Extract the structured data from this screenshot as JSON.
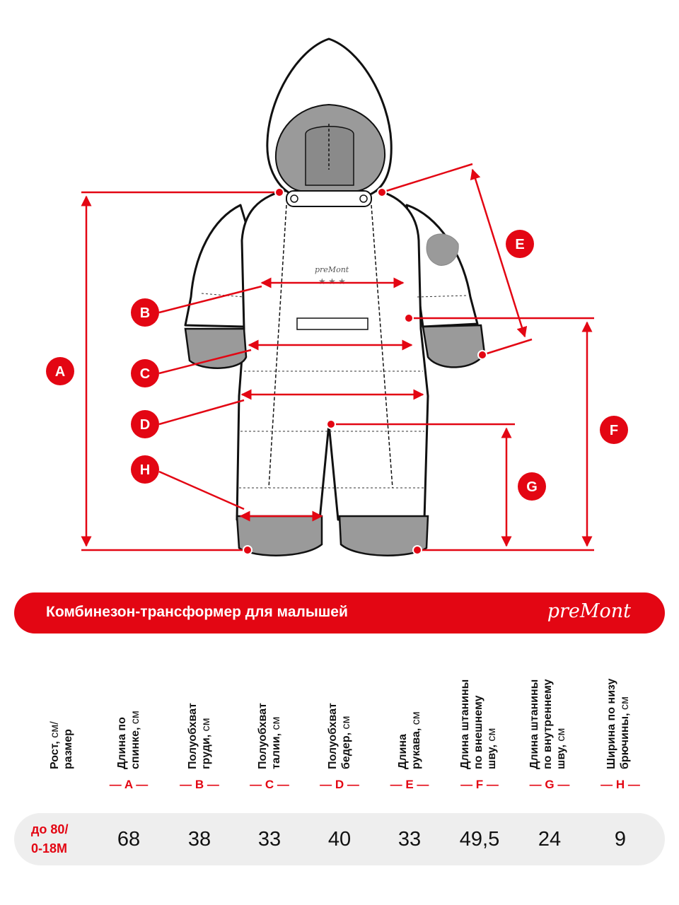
{
  "markers": {
    "A": "A",
    "B": "B",
    "C": "C",
    "D": "D",
    "E": "E",
    "F": "F",
    "G": "G",
    "H": "H"
  },
  "brand_small": "preMont",
  "banner": {
    "title": "Комбинезон-трансформер для малышей",
    "logo": "preMont"
  },
  "table": {
    "size_header": {
      "line1": "Рост,",
      "unit": "см/",
      "line2": "размер"
    },
    "columns": [
      {
        "letter": "— A —",
        "line1": "Длина по",
        "line2": "спинке,",
        "unit": "см",
        "value": "68"
      },
      {
        "letter": "— B —",
        "line1": "Полуобхват",
        "line2": "груди,",
        "unit": "см",
        "value": "38"
      },
      {
        "letter": "— C —",
        "line1": "Полуобхват",
        "line2": "талии,",
        "unit": "см",
        "value": "33"
      },
      {
        "letter": "— D —",
        "line1": "Полуобхват",
        "line2": "бедер,",
        "unit": "см",
        "value": "40"
      },
      {
        "letter": "— E —",
        "line1": "Длина",
        "line2": "рукава,",
        "unit": "см",
        "value": "33"
      },
      {
        "letter": "— F —",
        "line1": "Длина штанины",
        "line2": "по внешнему",
        "line3": "шву,",
        "unit": "см",
        "value": "49,5"
      },
      {
        "letter": "— G —",
        "line1": "Длина штанины",
        "line2": "по внутреннему",
        "line3": "шву,",
        "unit": "см",
        "value": "24"
      },
      {
        "letter": "— H —",
        "line1": "Ширина по низу",
        "line2": "брючины,",
        "unit": "см",
        "value": "9"
      }
    ],
    "size_value": {
      "line1": "до 80/",
      "line2": "0-18M"
    }
  },
  "colors": {
    "accent": "#e30613",
    "gray": "#9a9a9a",
    "row_bg": "#eeeeee"
  }
}
